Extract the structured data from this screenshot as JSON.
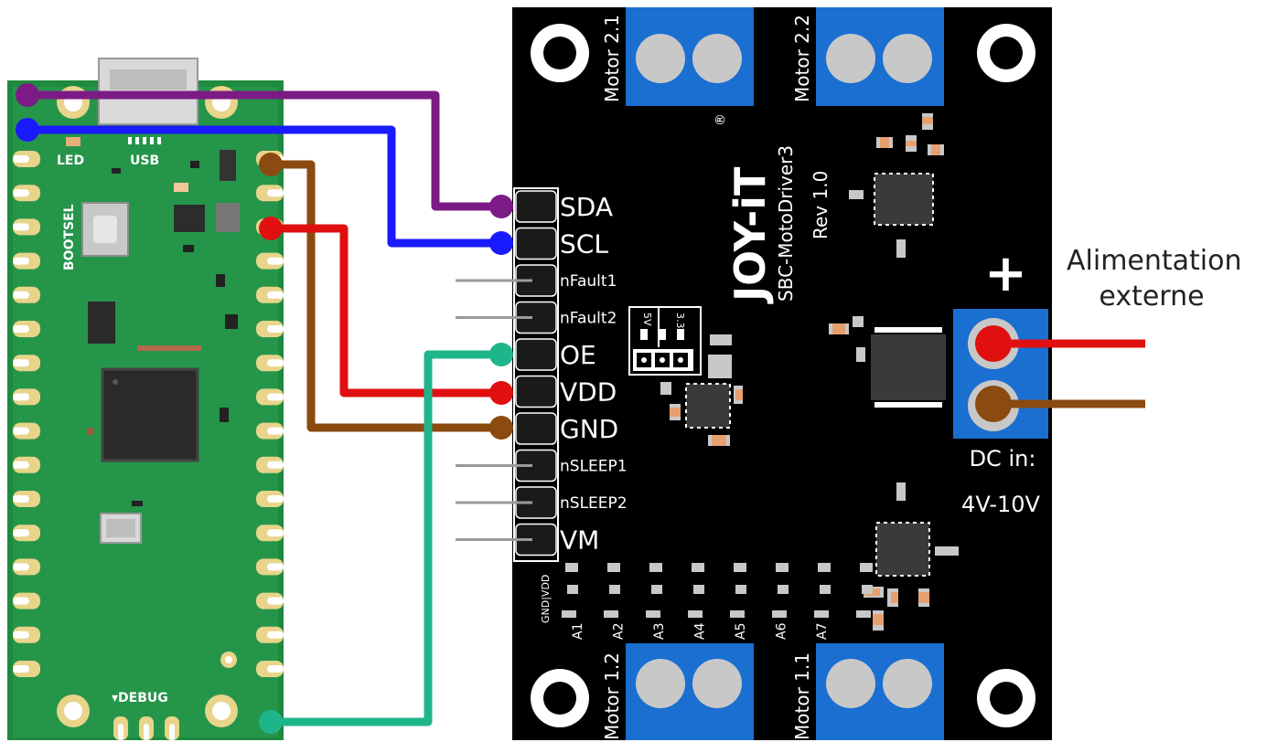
{
  "pico": {
    "led_label": "LED",
    "usb_label": "USB",
    "bootsel_label": "BOOTSEL",
    "debug_label": "▾DEBUG"
  },
  "driver": {
    "brand": "JOY-iT",
    "registered": "®",
    "model": "SBC-MotoDriver3",
    "revision": "Rev 1.0",
    "motor_2_1": "Motor 2.1",
    "motor_2_2": "Motor 2.2",
    "motor_1_2": "Motor 1.2",
    "motor_1_1": "Motor 1.1",
    "pins": [
      "SDA",
      "SCL",
      "nFault1",
      "nFault2",
      "OE",
      "VDD",
      "GND",
      "nSLEEP1",
      "nSLEEP2",
      "VM"
    ],
    "jumper_5v": "5V",
    "jumper_3v3": "3.3V",
    "gnd_vdd": "GND|VDD",
    "addr_labels": [
      "A1",
      "A2",
      "A3",
      "A4",
      "A5",
      "A6",
      "A7"
    ],
    "plus": "+",
    "dc_in_line1": "DC in:",
    "dc_in_line2": "4V-10V"
  },
  "external_power": {
    "line1": "Alimentation",
    "line2": "externe"
  },
  "colors": {
    "pcb_green": "#1e8a3e",
    "driver_black": "#000000",
    "terminal_blue": "#1a6fd1",
    "wire_sda": "#7d1b86",
    "wire_scl": "#1a1aff",
    "wire_vdd": "#e01010",
    "wire_gnd": "#8a4a10",
    "wire_oe": "#1fb58a"
  }
}
